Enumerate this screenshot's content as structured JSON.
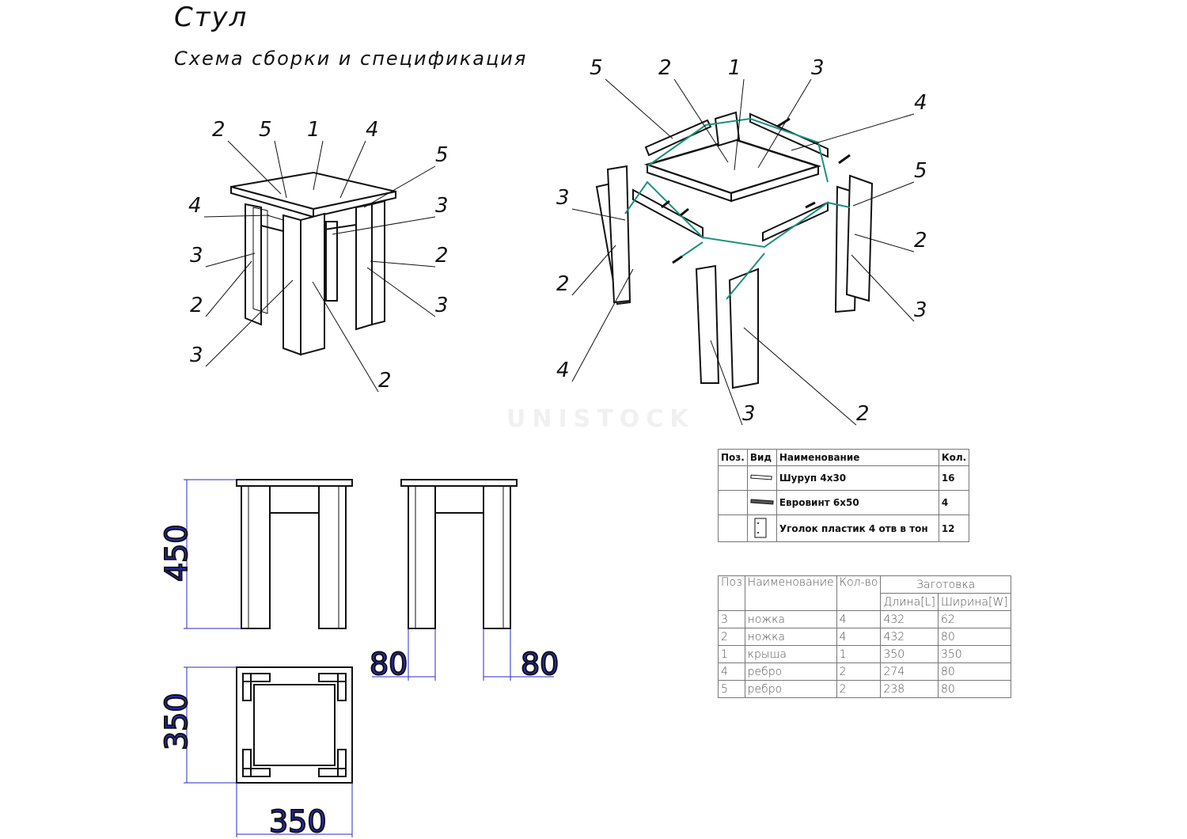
{
  "title": "Стул",
  "subtitle": "Схема сборки и спецификация",
  "watermark": "UNISTOCK",
  "callouts_left": [
    "2",
    "5",
    "1",
    "4",
    "5",
    "4",
    "3",
    "3",
    "2",
    "2",
    "3",
    "3",
    "2"
  ],
  "callouts_right": [
    "5",
    "2",
    "1",
    "3",
    "4",
    "3",
    "5",
    "2",
    "2",
    "3",
    "4",
    "3",
    "2"
  ],
  "dimensions": {
    "height": "450",
    "leg_width_left": "80",
    "leg_width_right": "80",
    "depth": "350",
    "width": "350"
  },
  "hardware_table": {
    "headers": [
      "Поз.",
      "Вид",
      "Наименование",
      "Кол."
    ],
    "rows": [
      {
        "name": "Шуруп  4х30",
        "qty": "16",
        "icon": "screw-icon"
      },
      {
        "name": "Евровинт  6х50",
        "qty": "4",
        "icon": "euro-screw-icon"
      },
      {
        "name": "Уголок  пластик  4  отв  в  тон",
        "qty": "12",
        "icon": "plastic-corner-icon"
      }
    ]
  },
  "parts_table": {
    "headers": {
      "pos": "Поз",
      "name": "Наименование",
      "qty": "Кол-во",
      "blank": "Заготовка",
      "length": "Длина[L]",
      "width": "Ширина[W]"
    },
    "rows": [
      {
        "pos": "3",
        "name": "ножка",
        "qty": "4",
        "length": "432",
        "width": "62"
      },
      {
        "pos": "2",
        "name": "ножка",
        "qty": "4",
        "length": "432",
        "width": "80"
      },
      {
        "pos": "1",
        "name": "крыша",
        "qty": "1",
        "length": "350",
        "width": "350"
      },
      {
        "pos": "4",
        "name": "ребро",
        "qty": "2",
        "length": "274",
        "width": "80"
      },
      {
        "pos": "5",
        "name": "ребро",
        "qty": "2",
        "length": "238",
        "width": "80"
      }
    ]
  },
  "colors": {
    "line": "#111111",
    "dimension": "#2a2ac8",
    "hardware": "#1a9080"
  }
}
